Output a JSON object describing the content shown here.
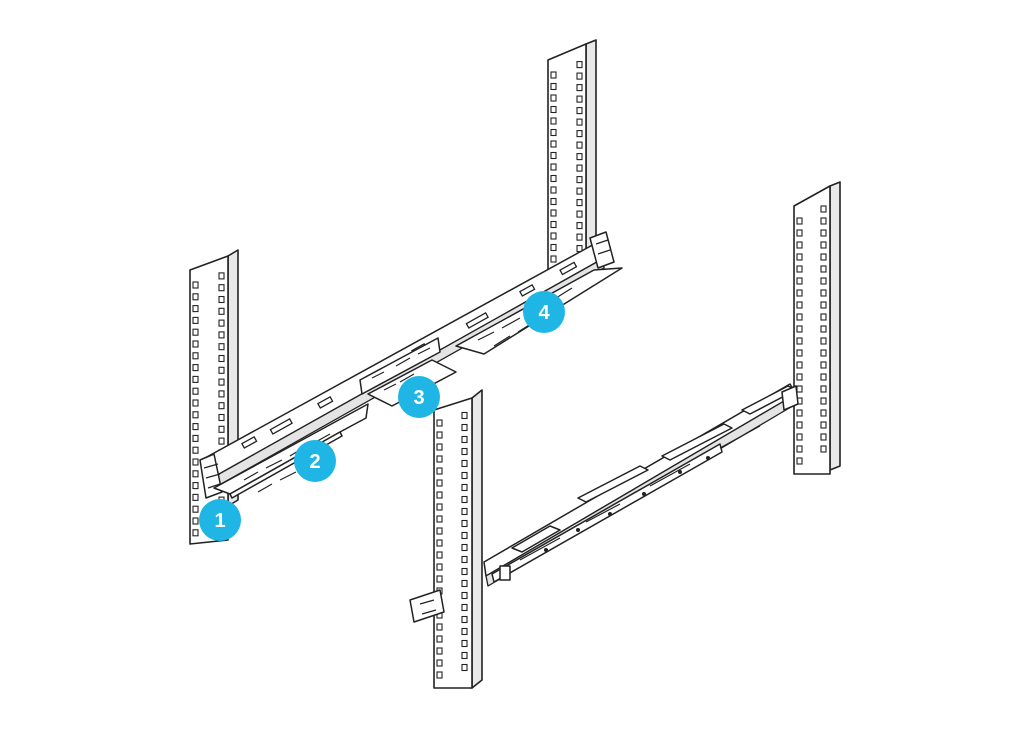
{
  "diagram": {
    "callouts": [
      {
        "id": "1",
        "label": "1"
      },
      {
        "id": "2",
        "label": "2"
      },
      {
        "id": "3",
        "label": "3"
      },
      {
        "id": "4",
        "label": "4"
      }
    ],
    "colors": {
      "callout": "#1fb6e6",
      "callout_text": "#ffffff",
      "line": "#222222",
      "shade": "#e9e9e9"
    }
  }
}
